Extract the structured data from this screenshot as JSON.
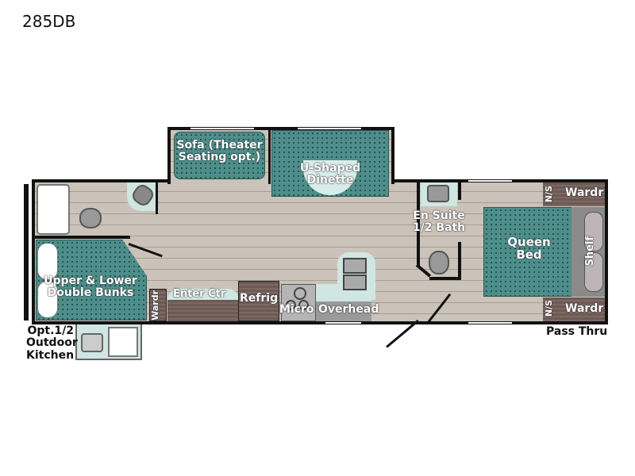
{
  "model_name": "285DB",
  "floorplan": {
    "labels": {
      "sofa": "Sofa (Theater Seating opt.)",
      "sofa_line1": "Sofa (Theater",
      "sofa_line2": "Seating opt.)",
      "dinette_line1": "U-Shaped",
      "dinette_line2": "Dinette",
      "bunks_line1": "Upper & Lower",
      "bunks_line2": "Double Bunks",
      "bunk_wardrobe": "Wardr",
      "enter_ctr": "Enter Ctr",
      "refrig": "Refrig",
      "micro": "Micro",
      "overhead": "Overhead",
      "bath_line1": "En Suite",
      "bath_line2": "1/2 Bath",
      "bed_line1": "Queen",
      "bed_line2": "Bed",
      "shelf": "Shelf",
      "ns_top": "N/S",
      "wardr_top": "Wardr",
      "ns_bottom": "N/S",
      "wardr_bottom": "Wardr",
      "outdoor_line1": "Opt.1/2",
      "outdoor_line2": "Outdoor",
      "outdoor_line3": "Kitchen",
      "pass_thru": "Pass Thru"
    },
    "colors": {
      "floor": "#cbc3b9",
      "upholstery_teal": "#4e8e8a",
      "counter_mint": "#cfe6e2",
      "cabinet_wood": "#6d5a55",
      "wall": "#111111"
    }
  }
}
